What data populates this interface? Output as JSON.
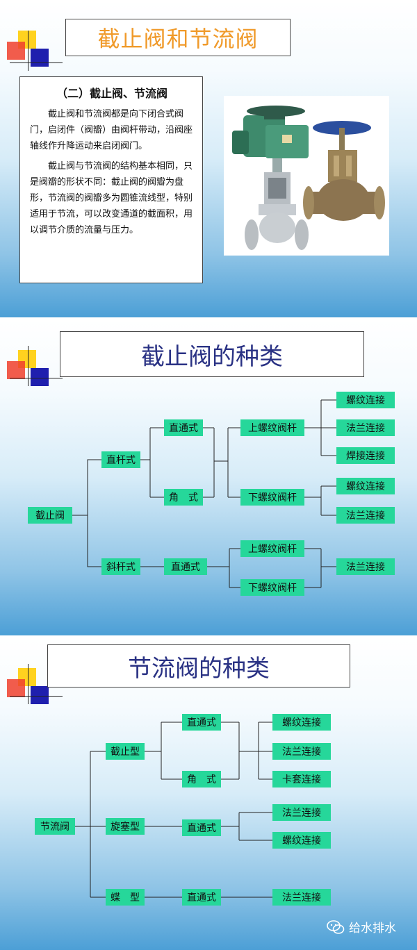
{
  "slide1": {
    "title": "截止阀和节流阀",
    "heading": "（二）截止阀、节流阀",
    "paragraphs": [
      "截止阀和节流阀都是向下闭合式阀门，启闭件（阀瓣）由阀杆带动，沿阀座轴线作升降运动来启闭阀门。",
      "截止阀与节流阀的结构基本相同，只是阀瓣的形状不同：截止阀的阀瓣为盘形，节流阀的阀瓣多为圆锥流线型，特别适用于节流，可以改变通道的截面积，用以调节介质的流量与压力。"
    ],
    "photo_subject": "valve-photo"
  },
  "slide2": {
    "title": "截止阀的种类",
    "root": "截止阀",
    "straight": "直杆式",
    "straight_through": "直通式",
    "angle": "角　式",
    "upper_stem": "上螺纹阀杆",
    "thread": "螺纹连接",
    "flange": "法兰连接",
    "weld": "焊接连接",
    "lower_stem": "下螺纹阀杆",
    "thread2": "螺纹连接",
    "flange2": "法兰连接",
    "oblique": "斜杆式",
    "oblique_through": "直通式",
    "upper_stem2": "上螺纹阀杆",
    "lower_stem2": "下螺纹阀杆",
    "flange3": "法兰连接"
  },
  "slide3": {
    "title": "节流阀的种类",
    "root": "节流阀",
    "globe": "截止型",
    "straight_through": "直通式",
    "angle": "角　式",
    "thread": "螺纹连接",
    "flange": "法兰连接",
    "ferrule": "卡套连接",
    "plug": "旋塞型",
    "plug_through": "直通式",
    "plug_flange": "法兰连接",
    "plug_thread": "螺纹连接",
    "butterfly": "蝶　型",
    "butterfly_through": "直通式",
    "butterfly_flange": "法兰连接"
  },
  "watermark": "给水排水",
  "colors": {
    "box": "#26d79a",
    "title1": "#f09a2a",
    "title2": "#2a3284"
  }
}
